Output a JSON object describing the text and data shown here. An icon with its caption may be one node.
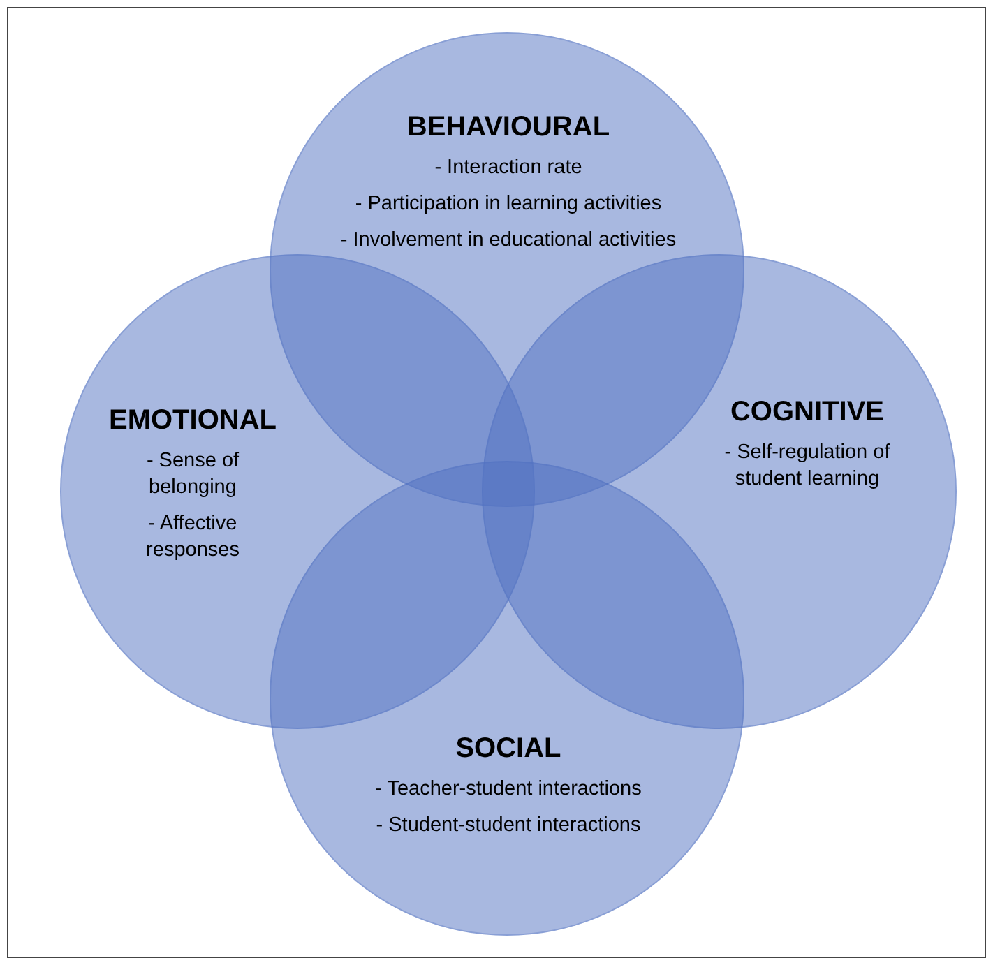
{
  "diagram": {
    "nodes": [
      {
        "text": [
          "BEHAVIOURAL",
          "- Interaction rate",
          "- Participation in learning activities",
          "- Involvement in educational activities"
        ]
      },
      {
        "text": [
          "EMOTIONAL",
          "- Sense of belonging",
          "- Affective responses"
        ]
      },
      {
        "text": [
          "COGNITIVE",
          "- Self-regulation of student learning"
        ]
      },
      {
        "text": [
          "SOCIAL",
          "- Teacher-student interactions",
          "- Student-student interactions"
        ]
      }
    ]
  }
}
